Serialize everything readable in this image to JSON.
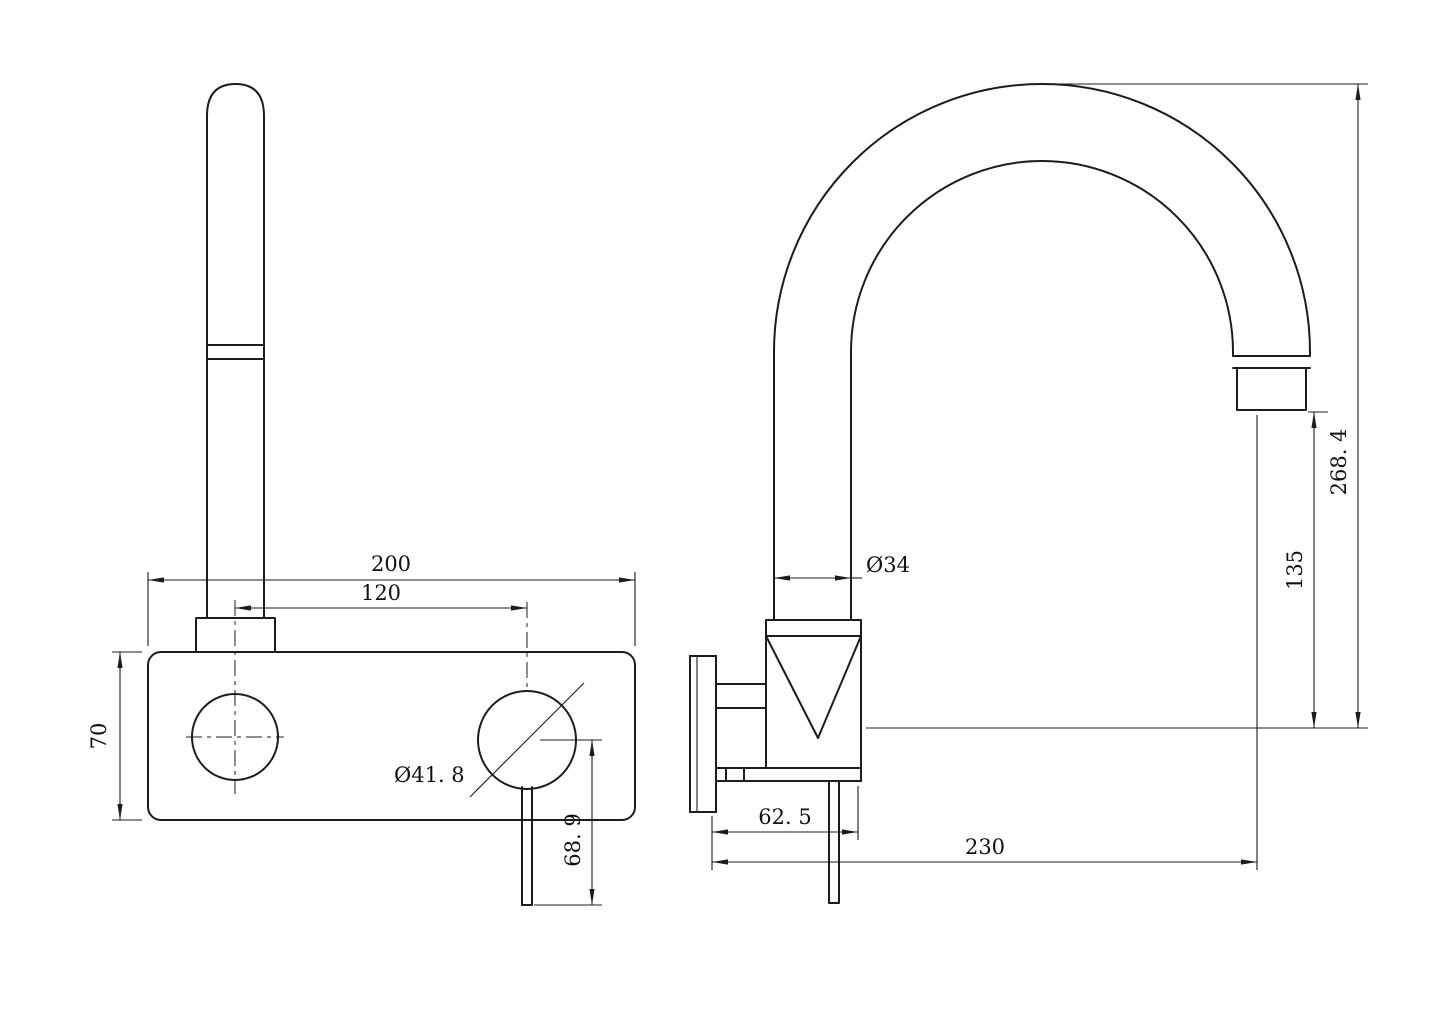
{
  "drawing": {
    "front_view": {
      "dims": {
        "plate_width": "200",
        "spout_to_handle": "120",
        "plate_height": "70",
        "handle_base_diameter": "Ø41. 8",
        "handle_drop": "68. 9"
      }
    },
    "side_view": {
      "dims": {
        "spout_tube_diameter": "Ø34",
        "body_depth": "62. 5",
        "spout_reach": "230",
        "outlet_height": "135",
        "overall_height": "268. 4"
      }
    }
  }
}
